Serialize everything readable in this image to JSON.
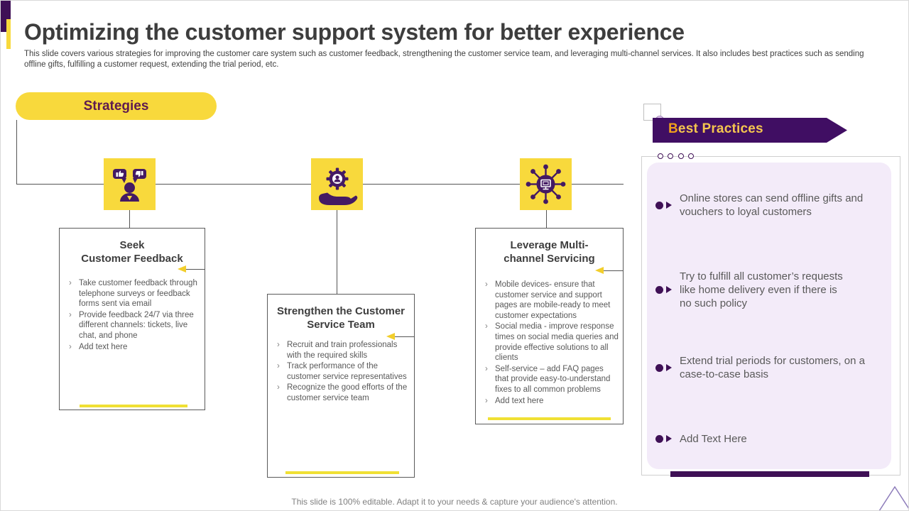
{
  "header": {
    "title": "Optimizing the customer support system for better experience",
    "subtitle": "This slide covers various strategies for improving the customer care system such as customer feedback, strengthening the customer service team, and leveraging multi-channel services. It also includes best practices such as sending offline gifts, fulfilling a customer request, extending the trial period, etc."
  },
  "strategies": {
    "label": "Strategies",
    "bullet_glyph": "›",
    "items": [
      {
        "icon": "customer-feedback-icon",
        "title_lines": [
          "Seek",
          "Customer Feedback"
        ],
        "bullets": [
          "Take customer feedback through telephone surveys or feedback forms sent via email",
          "Provide feedback 24/7 via three different channels: tickets, live chat, and phone",
          "Add text here"
        ]
      },
      {
        "icon": "service-team-icon",
        "title_lines": [
          "Strengthen the Customer",
          "Service Team"
        ],
        "bullets": [
          "Recruit and train professionals with the required skills",
          "Track performance of the customer service representatives",
          "Recognize the good efforts of the customer service team"
        ]
      },
      {
        "icon": "multichannel-icon",
        "title_lines": [
          "Leverage Multi-",
          "channel Servicing"
        ],
        "bullets": [
          "Mobile devices- ensure that customer service and support pages are mobile-ready to meet customer expectations",
          "Social media - improve response times on social media queries and provide effective solutions to all clients",
          "Self-service – add FAQ pages that provide easy-to-understand fixes to all common problems",
          "Add text here"
        ]
      }
    ]
  },
  "best_practices": {
    "label_initial": "B",
    "label_rest": "est Practices",
    "items": [
      "Online stores can send offline gifts and vouchers to loyal customers",
      "Try to fulfill all customer’s requests like home delivery even if there is no such policy",
      "Extend trial periods for customers, on a case-to-case basis",
      "Add Text Here"
    ]
  },
  "footer": {
    "text": "This slide is 100% editable. Adapt it to your needs & capture your audience's attention."
  },
  "colors": {
    "yellow": "#F8D93C",
    "underline_yellow": "#F0E034",
    "icon_purple": "#441A63",
    "banner_purple": "#400E63",
    "marker_purple": "#3F1056",
    "plum_text": "#5E1A50",
    "gold_initial": "#EE9F1C",
    "gold_text": "#F5C64F",
    "body_gray": "#595959",
    "lavender_panel": "#F3EBF9"
  }
}
